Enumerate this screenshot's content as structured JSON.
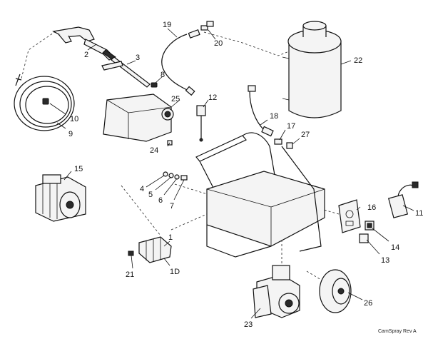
{
  "callouts": [
    {
      "id": "lbl-1",
      "text": "1"
    },
    {
      "id": "lbl-1d",
      "text": "1D"
    },
    {
      "id": "lbl-2",
      "text": "2"
    },
    {
      "id": "lbl-3",
      "text": "3"
    },
    {
      "id": "lbl-4",
      "text": "4"
    },
    {
      "id": "lbl-5",
      "text": "5"
    },
    {
      "id": "lbl-6",
      "text": "6"
    },
    {
      "id": "lbl-7",
      "text": "7"
    },
    {
      "id": "lbl-8",
      "text": "8"
    },
    {
      "id": "lbl-9",
      "text": "9"
    },
    {
      "id": "lbl-10",
      "text": "10"
    },
    {
      "id": "lbl-11",
      "text": "11"
    },
    {
      "id": "lbl-12",
      "text": "12"
    },
    {
      "id": "lbl-13",
      "text": "13"
    },
    {
      "id": "lbl-14",
      "text": "14"
    },
    {
      "id": "lbl-15",
      "text": "15"
    },
    {
      "id": "lbl-16",
      "text": "16"
    },
    {
      "id": "lbl-17",
      "text": "17"
    },
    {
      "id": "lbl-18",
      "text": "18"
    },
    {
      "id": "lbl-19",
      "text": "19"
    },
    {
      "id": "lbl-20",
      "text": "20"
    },
    {
      "id": "lbl-21",
      "text": "21"
    },
    {
      "id": "lbl-22",
      "text": "22"
    },
    {
      "id": "lbl-23",
      "text": "23"
    },
    {
      "id": "lbl-24",
      "text": "24"
    },
    {
      "id": "lbl-25",
      "text": "25"
    },
    {
      "id": "lbl-26",
      "text": "26"
    },
    {
      "id": "lbl-27",
      "text": "27"
    }
  ],
  "footer": {
    "revision": "CamSpray Rev A"
  }
}
